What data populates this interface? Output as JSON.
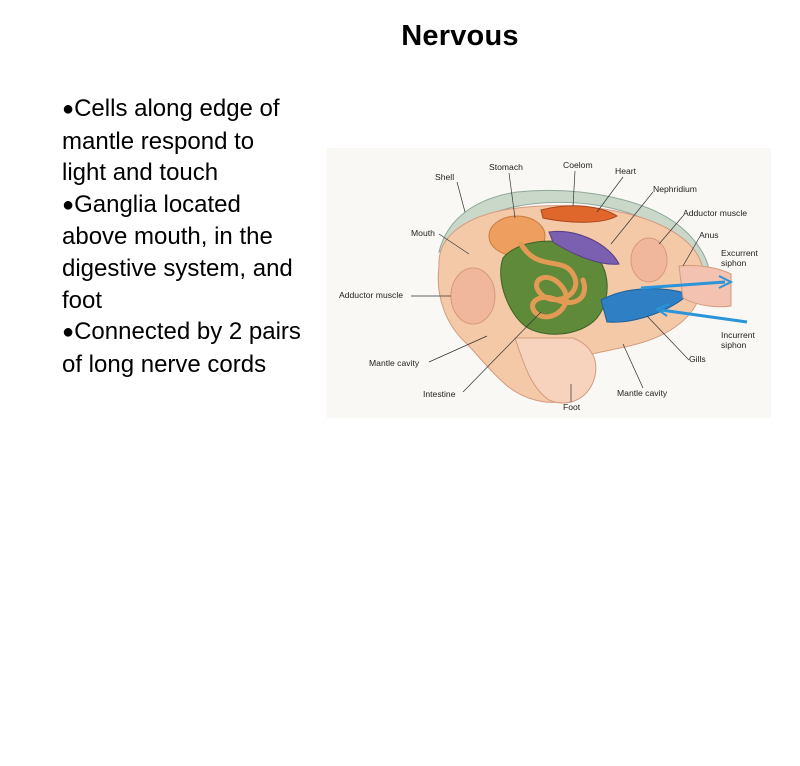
{
  "slide": {
    "title": "Nervous",
    "bullets": [
      "Cells along edge of mantle respond to light and touch",
      "Ganglia located above mouth, in the digestive system, and foot",
      "Connected by 2 pairs of long nerve cords"
    ]
  },
  "diagram": {
    "labels": {
      "shell": "Shell",
      "stomach": "Stomach",
      "coelom": "Coelom",
      "heart": "Heart",
      "nephridium": "Nephridium",
      "adductor_muscle_right": "Adductor muscle",
      "mouth": "Mouth",
      "anus": "Anus",
      "excurrent_siphon": "Excurrent siphon",
      "adductor_muscle_left": "Adductor muscle",
      "incurrent_siphon": "Incurrent siphon",
      "gills": "Gills",
      "mantle_cavity_left": "Mantle cavity",
      "intestine": "Intestine",
      "foot": "Foot",
      "mantle_cavity_right": "Mantle cavity"
    },
    "colors": {
      "shell": "#c9d8c9",
      "mantle": "#f4c9a8",
      "digestive_gland": "#5f8a3a",
      "intestine": "#e39a55",
      "heart": "#e0672b",
      "nephridium": "#7b5fb0",
      "gills": "#2f7fc4",
      "water_arrows": "#2a95d8"
    }
  }
}
